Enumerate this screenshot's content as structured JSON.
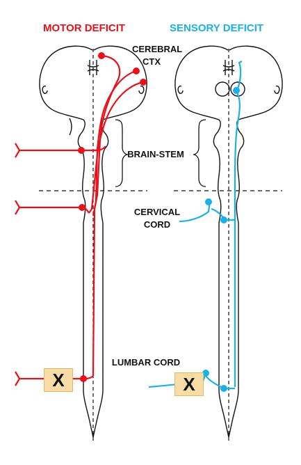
{
  "headers": {
    "motor": "MOTOR DEFICIT",
    "sensory": "SENSORY DEFICIT"
  },
  "labels": {
    "cerebral_line1": "CEREBRAL",
    "cerebral_line2": "CTX",
    "brainstem": "BRAIN-STEM",
    "cervical_line1": "CERVICAL",
    "cervical_line2": "CORD",
    "lumbar": "LUMBAR CORD"
  },
  "lesion_marks": {
    "motor": "X",
    "sensory": "X"
  },
  "colors": {
    "motor": "#e8101a",
    "sensory": "#1ab0e8",
    "outline": "#111111",
    "lesion_fill": "#f7dca6",
    "lesion_border": "#e2b766"
  }
}
